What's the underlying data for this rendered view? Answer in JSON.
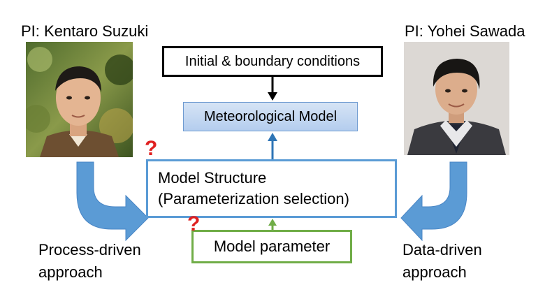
{
  "pi_left": {
    "label": "PI: Kentaro Suzuki"
  },
  "pi_right": {
    "label": "PI: Yohei Sawada"
  },
  "boxes": {
    "initial_conditions": "Initial & boundary conditions",
    "meteorological_model": "Meteorological Model",
    "model_structure_line1": "Model Structure",
    "model_structure_line2": "(Parameterization selection)",
    "model_parameter": "Model parameter"
  },
  "left_approach": {
    "line1": "Process-driven",
    "line2": "approach"
  },
  "right_approach": {
    "line1": "Data-driven",
    "line2": "approach"
  },
  "question_mark": "?",
  "colors": {
    "structure_border": "#5a9bd5",
    "parameter_border": "#70ad47",
    "arrow_blue": "#5b9bd5",
    "question_red": "#e02020"
  }
}
